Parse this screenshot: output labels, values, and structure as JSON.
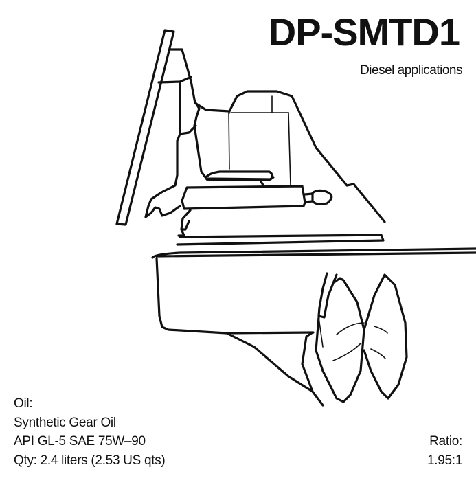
{
  "header": {
    "title": "DP-SMTD1",
    "subtitle": "Diesel applications"
  },
  "oil": {
    "label": "Oil:",
    "type": "Synthetic Gear Oil",
    "spec": "API GL-5 SAE 75W–90",
    "qty": "Qty: 2.4 liters (2.53 US qts)"
  },
  "ratio": {
    "label": "Ratio:",
    "value": "1.95:1"
  }
}
